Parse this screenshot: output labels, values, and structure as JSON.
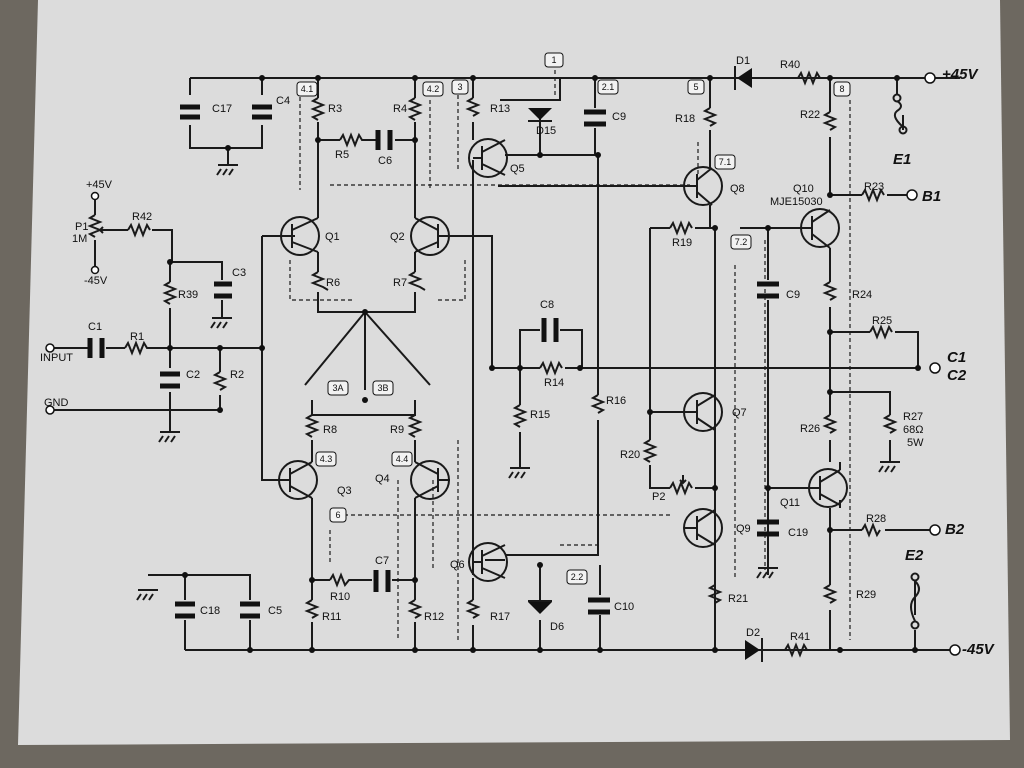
{
  "components": {
    "R1": "R1",
    "R2": "R2",
    "R3": "R3",
    "R4": "R4",
    "R5": "R5",
    "R6": "R6",
    "R7": "R7",
    "R8": "R8",
    "R9": "R9",
    "R10": "R10",
    "R11": "R11",
    "R12": "R12",
    "R13": "R13",
    "R14": "R14",
    "R15": "R15",
    "R16": "R16",
    "R17": "R17",
    "R18": "R18",
    "R19": "R19",
    "R20": "R20",
    "R21": "R21",
    "R22": "R22",
    "R23": "R23",
    "R24": "R24",
    "R25": "R25",
    "R26": "R26",
    "R27": "R27",
    "R28": "R28",
    "R29": "R29",
    "R39": "R39",
    "R40": "R40",
    "R41": "R41",
    "R42": "R42",
    "C1": "C1",
    "C2": "C2",
    "C3": "C3",
    "C4": "C4",
    "C5": "C5",
    "C6": "C6",
    "C7": "C7",
    "C8": "C8",
    "C9a": "C9",
    "C9b": "C9",
    "C10": "C10",
    "C17": "C17",
    "C18": "C18",
    "C19": "C19",
    "Q1": "Q1",
    "Q2": "Q2",
    "Q3": "Q3",
    "Q4": "Q4",
    "Q5": "Q5",
    "Q6": "Q6",
    "Q7": "Q7",
    "Q8": "Q8",
    "Q9": "Q9",
    "Q10": "Q10",
    "Q11": "Q11",
    "D1": "D1",
    "D2": "D2",
    "D6": "D6",
    "D15": "D15",
    "P1": "P1",
    "P2": "P2"
  },
  "values": {
    "p1_value": "1M",
    "q10_part": "MJE15030",
    "r27_value": "68Ω",
    "r27_power": "5W"
  },
  "rails": {
    "pos_supply": "+45V",
    "neg_supply": "-45V",
    "p1_top": "+45V",
    "p1_bottom": "-45V"
  },
  "terminals": {
    "input": "INPUT",
    "gnd": "GND",
    "e1": "E1",
    "e2": "E2",
    "b1": "B1",
    "b2": "B2",
    "c1": "C1",
    "c2": "C2"
  },
  "test_points": [
    "1",
    "2.1",
    "3",
    "4.1",
    "4.2",
    "4.3",
    "4.4",
    "5",
    "6",
    "7.1",
    "7.2",
    "8",
    "2.2",
    "3A",
    "3B"
  ]
}
